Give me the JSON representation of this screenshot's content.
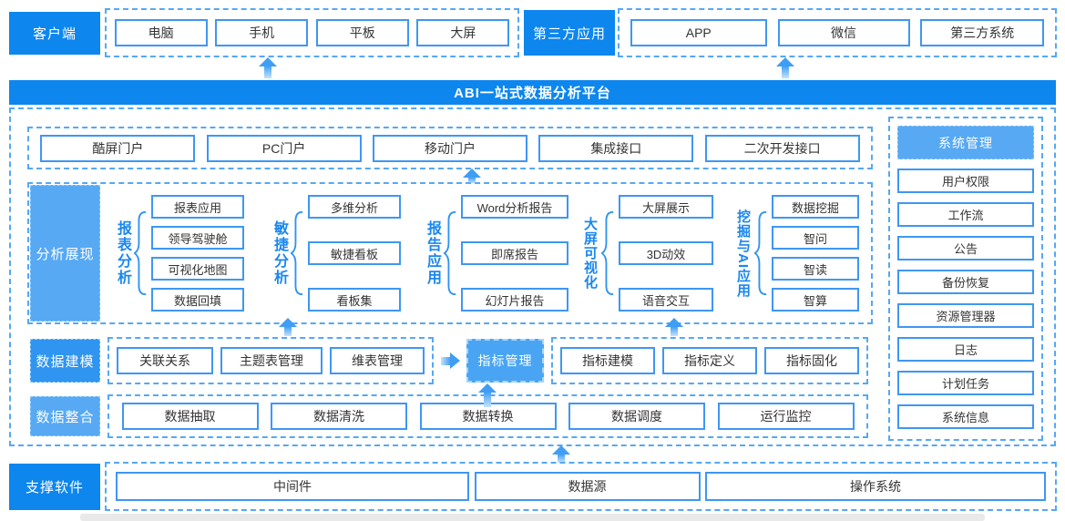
{
  "colors": {
    "primary_blue": "#0d86ee",
    "light_blue": "#57a9f3",
    "medium_blue": "#2f95f0",
    "box_border_blue": "#3e97f2",
    "dashed_border_blue": "#55a8f4"
  },
  "top": {
    "client": {
      "label": "客户端",
      "items": [
        "电脑",
        "手机",
        "平板",
        "大屏"
      ]
    },
    "third_party": {
      "label": "第三方应用",
      "items": [
        "APP",
        "微信",
        "第三方系统"
      ]
    }
  },
  "banner": {
    "title": "ABI一站式数据分析平台"
  },
  "portal_row": {
    "items": [
      "酷屏门户",
      "PC门户",
      "移动门户",
      "集成接口",
      "二次开发接口"
    ]
  },
  "analysis": {
    "label": "分析展现",
    "groups": [
      {
        "name": "报表分析",
        "items": [
          "报表应用",
          "领导驾驶舱",
          "可视化地图",
          "数据回填"
        ]
      },
      {
        "name": "敏捷分析",
        "items": [
          "多维分析",
          "敏捷看板",
          "看板集"
        ]
      },
      {
        "name": "报告应用",
        "items": [
          "Word分析报告",
          "即席报告",
          "幻灯片报告"
        ]
      },
      {
        "name": "大屏可视化",
        "items": [
          "大屏展示",
          "3D动效",
          "语音交互"
        ]
      },
      {
        "name": "挖掘与AI应用",
        "items": [
          "数据挖掘",
          "智问",
          "智读",
          "智算"
        ]
      }
    ]
  },
  "modeling": {
    "label": "数据建模",
    "left_items": [
      "关联关系",
      "主题表管理",
      "维表管理"
    ],
    "highlight": "指标管理",
    "right_items": [
      "指标建模",
      "指标定义",
      "指标固化"
    ]
  },
  "integration": {
    "label": "数据整合",
    "items": [
      "数据抽取",
      "数据清洗",
      "数据转换",
      "数据调度",
      "运行监控"
    ]
  },
  "system_management": {
    "label": "系统管理",
    "items": [
      "用户权限",
      "工作流",
      "公告",
      "备份恢复",
      "资源管理器",
      "日志",
      "计划任务",
      "系统信息"
    ]
  },
  "support": {
    "label": "支撑软件",
    "items": [
      "中间件",
      "数据源",
      "操作系统"
    ]
  }
}
